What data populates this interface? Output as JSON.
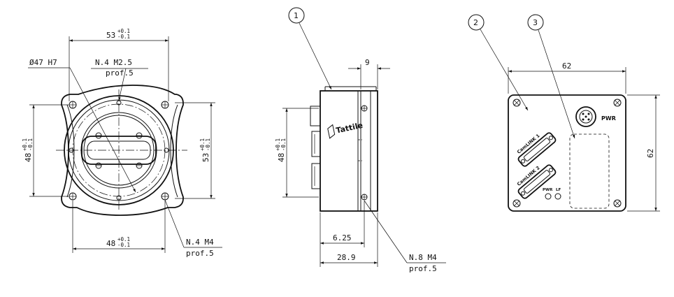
{
  "front_view": {
    "width_top": "53",
    "width_top_tol_plus": "+0.1",
    "width_top_tol_minus": "-0.1",
    "diameter": "Ø47 H7",
    "hole_note_line1": "N.4 M2.5",
    "hole_note_line2": "prof.5",
    "height_left": "48",
    "height_left_tol_plus": "+0.1",
    "height_left_tol_minus": "-0.1",
    "height_right": "53",
    "height_right_tol_plus": "+0.1",
    "height_right_tol_minus": "-0.1",
    "width_bottom": "48",
    "width_bottom_tol_plus": "+0.1",
    "width_bottom_tol_minus": "-0.1",
    "corner_note_line1": "N.4 M4",
    "corner_note_line2": "prof.5"
  },
  "side_view": {
    "callout": "1",
    "dim_top": "9",
    "height": "48",
    "height_tol_plus": "+0.1",
    "height_tol_minus": "-0.1",
    "dim_a": "6.25",
    "dim_b": "28.9",
    "hole_note_line1": "N.8 M4",
    "hole_note_line2": "prof.5",
    "logo_text": "Tattile"
  },
  "rear_view": {
    "callout_2": "2",
    "callout_3": "3",
    "width": "62",
    "height": "62",
    "pwr_label": "PWR",
    "camlink1_label": "CamLINK 1",
    "camlink2_label": "CamLINK 2",
    "led_pwr_label": "PWR",
    "led_lf_label": "LF"
  }
}
